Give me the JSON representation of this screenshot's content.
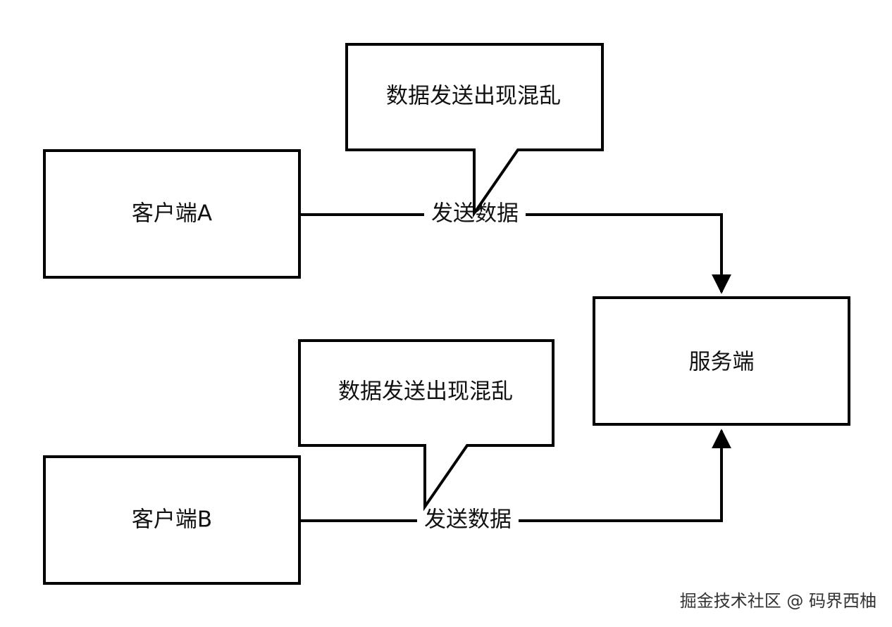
{
  "nodes": {
    "client_a": {
      "label": "客户端A"
    },
    "client_b": {
      "label": "客户端B"
    },
    "server": {
      "label": "服务端"
    }
  },
  "callouts": {
    "top": {
      "label": "数据发送出现混乱"
    },
    "bottom": {
      "label": "数据发送出现混乱"
    }
  },
  "edges": {
    "a_to_server": {
      "label": "发送数据"
    },
    "b_to_server": {
      "label": "发送数据"
    }
  },
  "watermark": {
    "text": "掘金技术社区 @ 码界西柚"
  },
  "colors": {
    "stroke": "#000000",
    "background": "#ffffff"
  }
}
